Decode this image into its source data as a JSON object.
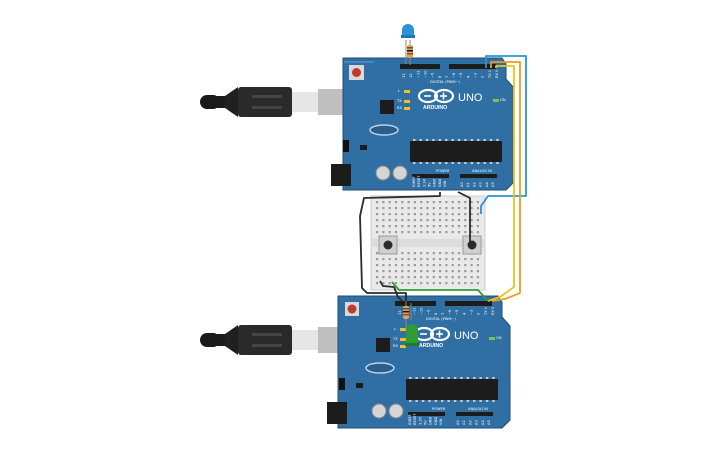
{
  "boards": [
    {
      "name": "UNO",
      "brand": "ARDUINO",
      "digital_label": "DIGITAL (PWM~)",
      "power_label": "POWER",
      "analog_label": "ANALOG IN",
      "led_labels": [
        "L",
        "TX",
        "RX"
      ],
      "on_label": "ON",
      "aref": "AREF",
      "gnd": "GND",
      "top_pins": [
        "13",
        "12",
        "~11",
        "~10",
        "~9",
        "8",
        "7",
        "~6",
        "~5",
        "4",
        "~3",
        "2",
        "TX 1",
        "RX 0"
      ],
      "power_pins": [
        "IOREF",
        "RESET",
        "3.3V",
        "5V",
        "GND",
        "GND",
        "VIN"
      ],
      "analog_pins": [
        "A0",
        "A1",
        "A2",
        "A3",
        "A4",
        "A5"
      ]
    },
    {
      "name": "UNO",
      "brand": "ARDUINO",
      "digital_label": "DIGITAL (PWM~)",
      "power_label": "POWER",
      "analog_label": "ANALOG IN",
      "led_labels": [
        "L",
        "TX",
        "RX"
      ],
      "on_label": "ON",
      "aref": "AREF",
      "gnd": "GND",
      "top_pins": [
        "13",
        "12",
        "~11",
        "~10",
        "~9",
        "8",
        "7",
        "~6",
        "~5",
        "4",
        "~3",
        "2",
        "TX 1",
        "RX 0"
      ],
      "power_pins": [
        "IOREF",
        "RESET",
        "3.3V",
        "5V",
        "GND",
        "GND",
        "VIN"
      ],
      "analog_pins": [
        "A0",
        "A1",
        "A2",
        "A3",
        "A4",
        "A5"
      ]
    }
  ],
  "components": {
    "led_top": "blue-led",
    "led_bottom": "green-led",
    "pushbuttons": 2,
    "resistors": 2
  },
  "colors": {
    "board": "#2f6fa3",
    "board_edge": "#1f4e78",
    "wire_blue": "#2a93d5",
    "wire_orange": "#f29a1f",
    "wire_yellow": "#f2c21b",
    "wire_black": "#2b2b2b",
    "wire_green": "#2e9d36"
  }
}
